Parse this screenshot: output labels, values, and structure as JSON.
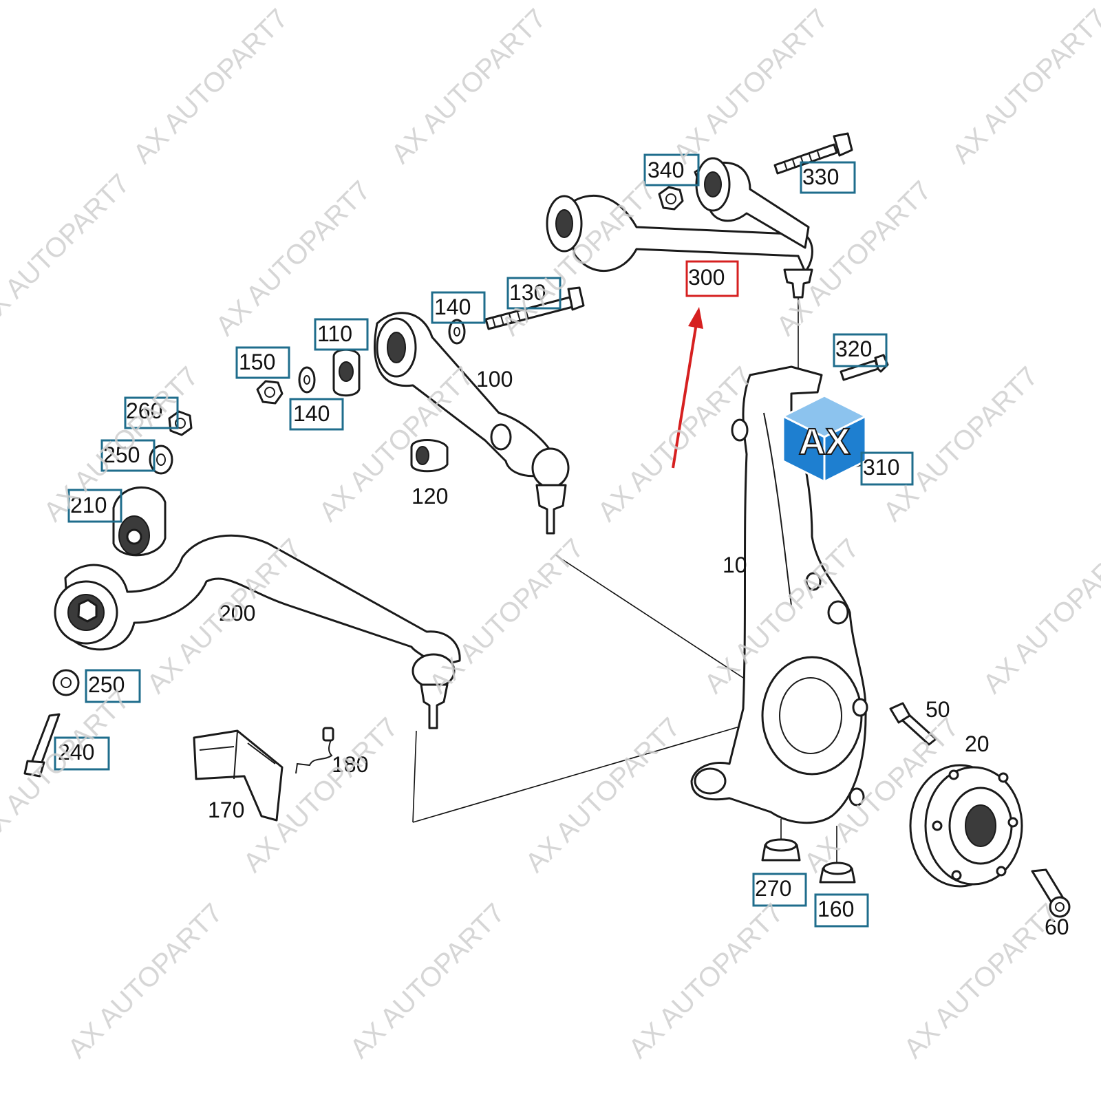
{
  "colors": {
    "label_box": "#1f6d8c",
    "highlight_box": "#d62020",
    "arrow": "#d62020",
    "watermark": "#cfcfcf",
    "logo_blue": "#1e7fd0",
    "logo_light": "#8cc3ee"
  },
  "watermark": {
    "text": "AX AUTOPART7"
  },
  "logo": {
    "text": "AX"
  },
  "labels": {
    "p10": "10",
    "p20": "20",
    "p50": "50",
    "p60": "60",
    "p100": "100",
    "p110": "110",
    "p120": "120",
    "p130": "130",
    "p140a": "140",
    "p140b": "140",
    "p150": "150",
    "p160": "160",
    "p170": "170",
    "p180": "180",
    "p200": "200",
    "p210": "210",
    "p240": "240",
    "p250a": "250",
    "p250b": "250",
    "p260": "260",
    "p270": "270",
    "p300": "300",
    "p310": "310",
    "p320": "320",
    "p330": "330",
    "p340": "340"
  },
  "highlighted_part": "300"
}
